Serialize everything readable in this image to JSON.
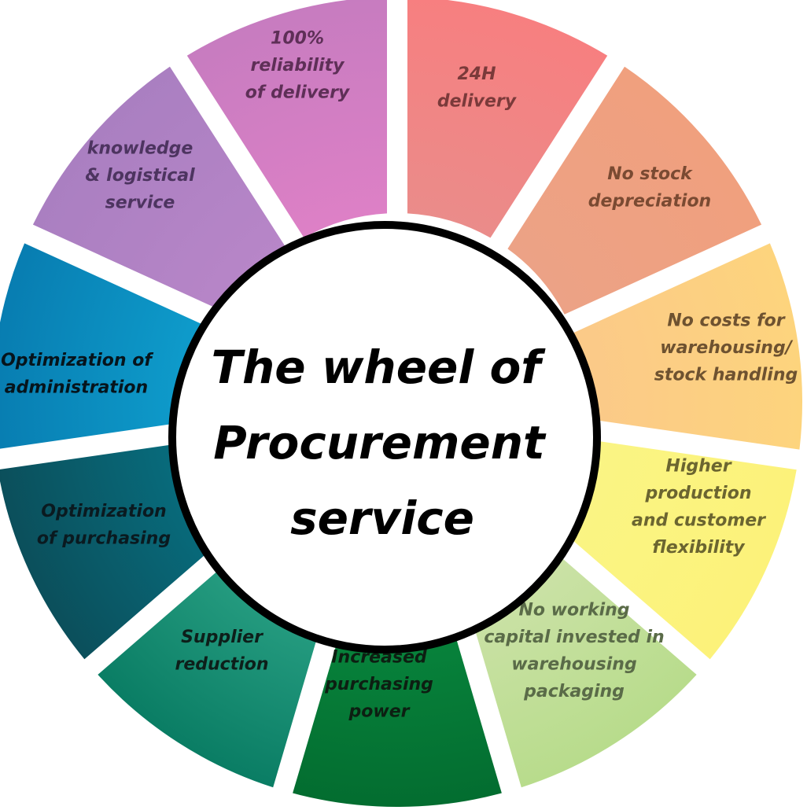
{
  "center": {
    "title_lines": [
      "The wheel of",
      "Procurement",
      "service"
    ]
  },
  "segments": [
    {
      "id": "24h-delivery",
      "lines": [
        "24H",
        "delivery"
      ],
      "color_outer": "#f77f80",
      "color_inner": "#ea8c8a",
      "text_color": "#7a3a3a"
    },
    {
      "id": "no-stock-depreciation",
      "lines": [
        "No stock",
        "depreciation"
      ],
      "color_outer": "#f0a07e",
      "color_inner": "#eca286",
      "text_color": "#7a4a32"
    },
    {
      "id": "no-costs-warehousing",
      "lines": [
        "No costs for",
        "warehousing/",
        "stock handling"
      ],
      "color_outer": "#fdd47d",
      "color_inner": "#fbc989",
      "text_color": "#6e5230"
    },
    {
      "id": "higher-production-flexibility",
      "lines": [
        "Higher",
        "production",
        "and customer",
        "flexibility"
      ],
      "color_outer": "#fcf27a",
      "color_inner": "#faf585",
      "text_color": "#6b6530"
    },
    {
      "id": "no-working-capital",
      "lines": [
        "No working",
        "capital invested in",
        "warehousing",
        "packaging"
      ],
      "color_outer": "#b8dc8c",
      "color_inner": "#cfe3ac",
      "text_color": "#5a6b48"
    },
    {
      "id": "increased-purchasing-power",
      "lines": [
        "Increased",
        "purchasing",
        "power"
      ],
      "color_outer": "#036d30",
      "color_inner": "#098a3f",
      "text_color": "#0d1f12"
    },
    {
      "id": "supplier-reduction",
      "lines": [
        "Supplier",
        "reduction"
      ],
      "color_outer": "#0a7d64",
      "color_inner": "#2fa78a",
      "text_color": "#0d1f1a"
    },
    {
      "id": "optimization-purchasing",
      "lines": [
        "Optimization",
        "of purchasing"
      ],
      "color_outer": "#0b4f5b",
      "color_inner": "#077385",
      "text_color": "#0a1a20"
    },
    {
      "id": "optimization-administration",
      "lines": [
        "Optimization of",
        "administration"
      ],
      "color_outer": "#087db1",
      "color_inner": "#0fa0cf",
      "text_color": "#06141c"
    },
    {
      "id": "knowledge-logistical-service",
      "lines": [
        "knowledge",
        "& logistical",
        "service"
      ],
      "color_outer": "#aa7fc1",
      "color_inner": "#b886c8",
      "text_color": "#4d3460"
    },
    {
      "id": "reliability-delivery",
      "lines": [
        "100%",
        "reliability",
        "of delivery"
      ],
      "color_outer": "#c77cc0",
      "color_inner": "#de80c6",
      "text_color": "#5e2f57"
    }
  ]
}
